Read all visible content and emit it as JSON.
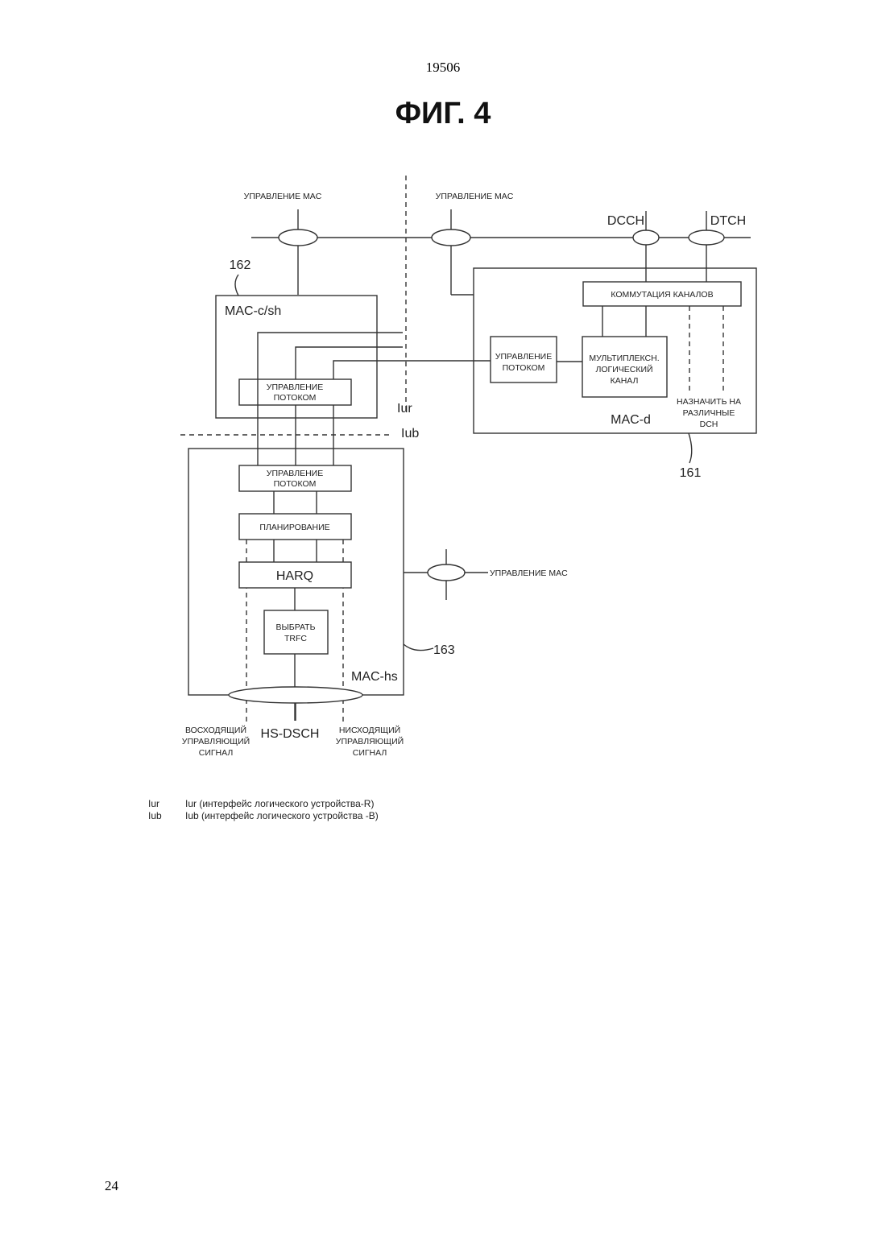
{
  "page": {
    "doc_number": "19506",
    "page_number": "24",
    "figure_title": "ФИГ. 4"
  },
  "labels": {
    "mac_control_left": "УПРАВЛЕНИЕ MAC",
    "mac_control_top": "УПРАВЛЕНИЕ MAC",
    "mac_control_right": "УПРАВЛЕНИЕ MAC",
    "dcch": "DCCH",
    "dtch": "DTCH",
    "ref_162": "162",
    "ref_161": "161",
    "ref_163": "163",
    "mac_csh": "MAC-c/sh",
    "mac_d": "MAC-d",
    "mac_hs": "MAC-hs",
    "channel_switching": "КОММУТАЦИЯ КАНАЛОВ",
    "flow_control_d": [
      "УПРАВЛЕНИЕ",
      "ПОТОКОМ"
    ],
    "mux_logical": [
      "МУЛЬТИПЛЕКСН.",
      "ЛОГИЧЕСКИЙ",
      "КАНАЛ"
    ],
    "assign_dch": [
      "НАЗНАЧИТЬ НА",
      "РАЗЛИЧНЫЕ",
      "DCH"
    ],
    "flow_control_csh": [
      "УПРАВЛЕНИЕ",
      "ПОТОКОМ"
    ],
    "flow_control_hs": [
      "УПРАВЛЕНИЕ",
      "ПОТОКОМ"
    ],
    "scheduling": "ПЛАНИРОВАНИЕ",
    "harq": "HARQ",
    "select_trfc": [
      "ВЫБРАТЬ",
      "TRFC"
    ],
    "iur": "Iur",
    "iub": "Iub",
    "uplink_signal": [
      "ВОСХОДЯЩИЙ",
      "УПРАВЛЯЮЩИЙ",
      "СИГНАЛ"
    ],
    "hs_dsch": "HS-DSCH",
    "downlink_signal": [
      "НИСХОДЯЩИЙ",
      "УПРАВЛЯЮЩИЙ",
      "СИГНАЛ"
    ]
  },
  "legend": [
    {
      "key": "Iur",
      "text": "Iur (интерфейс логического устройства-R)"
    },
    {
      "key": "Iub",
      "text": "Iub (интерфейс логического устройства -B)"
    }
  ]
}
